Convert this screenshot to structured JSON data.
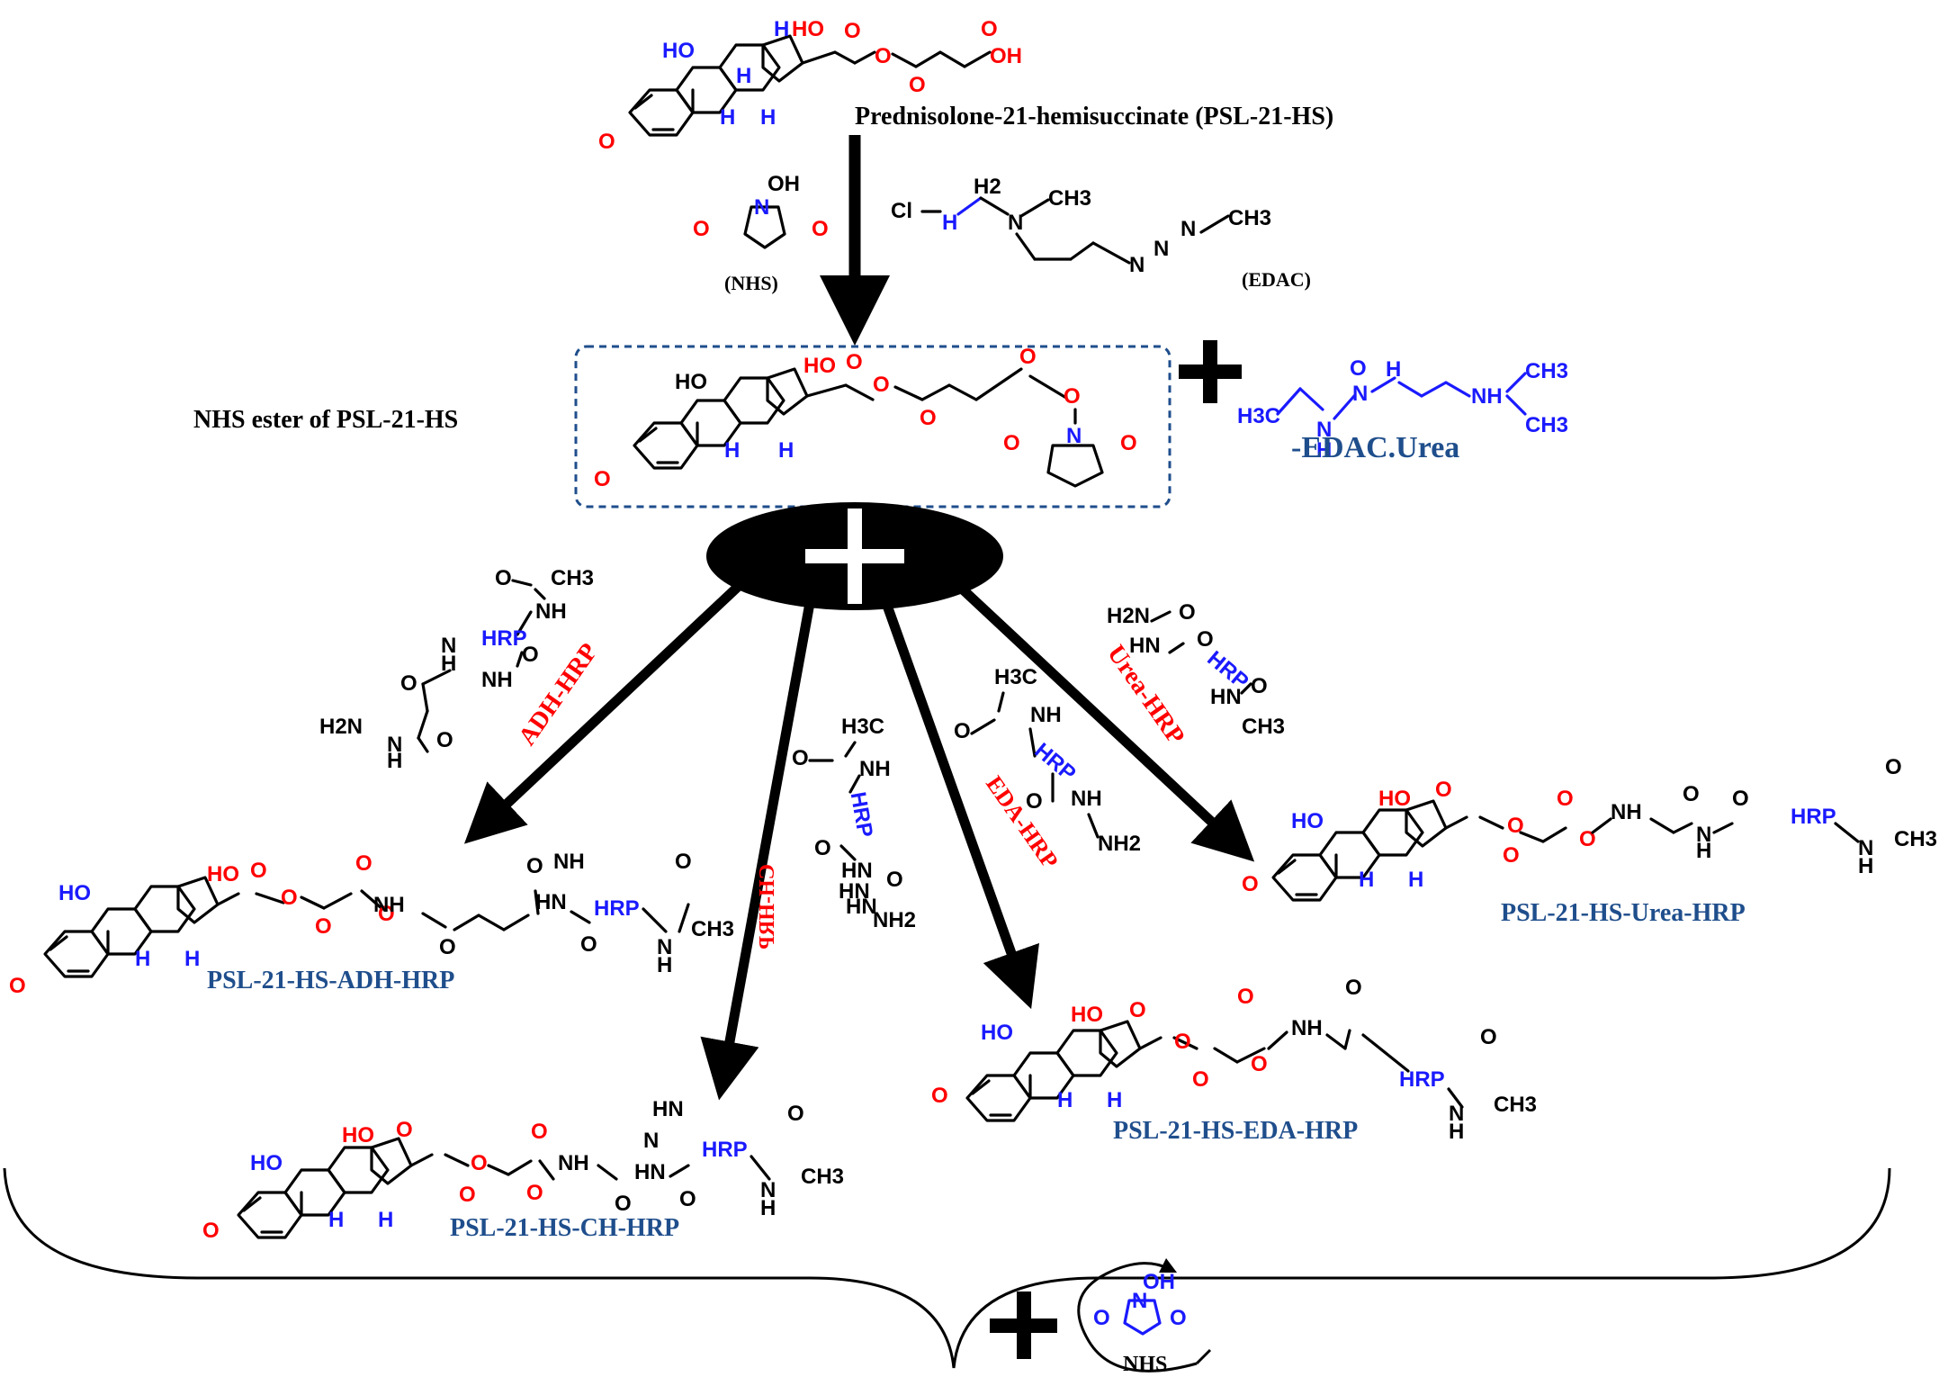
{
  "colors": {
    "black": "#000000",
    "blue": "#1a1aff",
    "red": "#ff0000",
    "navy": "#1f4e8c",
    "label_red": "#ff0000"
  },
  "top": {
    "title": "Prednisolone-21-hemisuccinate (PSL-21-HS)"
  },
  "reagents": {
    "nhs_label": "(NHS)",
    "edac_label": "(EDAC)"
  },
  "intermediate": {
    "label": "NHS ester of PSL-21-HS",
    "byproduct": "-EDAC.Urea"
  },
  "linkers": {
    "adh": "ADH-HRP",
    "ch": "CH-HRP",
    "eda": "EDA-HRP",
    "urea": "Urea-HRP"
  },
  "products": {
    "adh": "PSL-21-HS-ADH-HRP",
    "ch": "PSL-21-HS-CH-HRP",
    "eda": "PSL-21-HS-EDA-HRP",
    "urea": "PSL-21-HS-Urea-HRP"
  },
  "released": {
    "label": "NHS"
  },
  "atoms": {
    "HO": "HO",
    "H": "H",
    "O": "O",
    "OH": "OH",
    "N": "N",
    "NH": "NH",
    "NH2": "NH2",
    "CH3": "CH3",
    "H2N": "H2N",
    "HRP": "HRP",
    "Cl": "Cl",
    "H2": "H2",
    "H3C": "H3C",
    "HN": "HN"
  }
}
